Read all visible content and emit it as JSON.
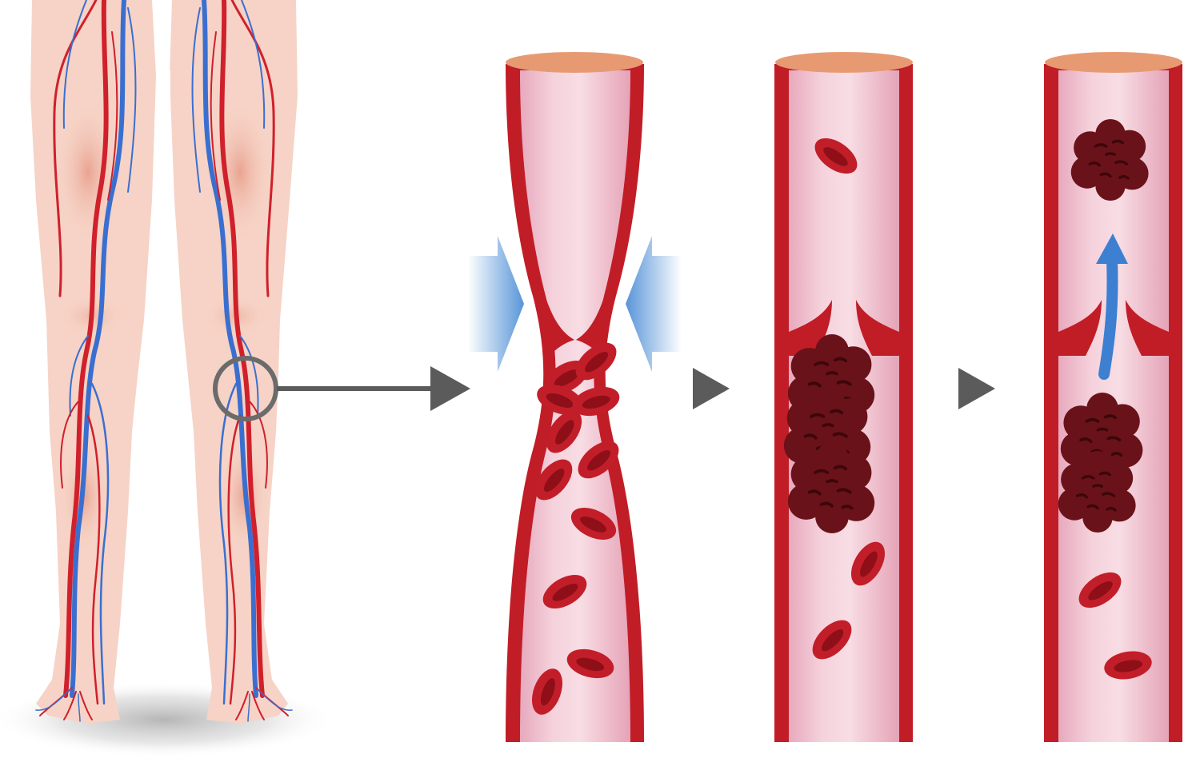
{
  "diagram": {
    "stages": [
      {
        "id": "legs",
        "label": "",
        "description": ""
      },
      {
        "id": "compressed-vein",
        "label": "",
        "description": ""
      },
      {
        "id": "clot-forms",
        "label": "",
        "description": ""
      },
      {
        "id": "clot-breaks-off",
        "label": "",
        "description": ""
      }
    ]
  },
  "colors": {
    "background": "#ffffff",
    "skin": "#f6d3c6",
    "skin_shade": "#eeb9a7",
    "artery": "#d0202b",
    "vein": "#3a6fd0",
    "vessel_wall": "#c11d27",
    "vessel_lumen": "#f1c6d2",
    "vessel_rim": "#e79a72",
    "red_cell": "#c21e29",
    "red_cell_center": "#8f0f18",
    "clot": "#6a1219",
    "clot_detail": "#3c070b",
    "pressure_arrow": "#4f8fd6",
    "flow_arrow": "#3d7fd1",
    "pointer": "#5b5b5b",
    "magnifier_ring": "#6b6b6b"
  },
  "icons": {
    "pointer": "right-arrow-icon",
    "step": "triangle-right-icon",
    "compression": "pressure-arrow-icon",
    "flow": "up-arrow-icon"
  }
}
